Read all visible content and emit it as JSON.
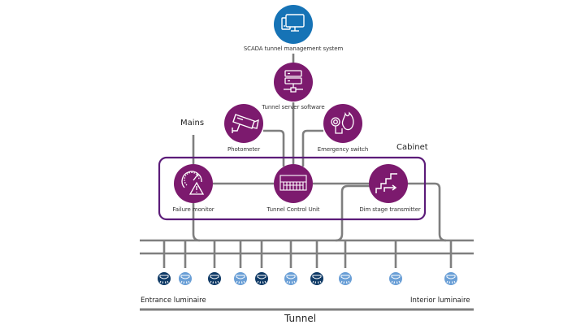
{
  "colors": {
    "scada_blue": "#1673b6",
    "node_purple": "#7c1a6e",
    "cabinet_border": "#5c1c79",
    "wire_gray": "#7f7f7f",
    "entrance_luminaire": "#0f3a66",
    "interior_luminaire": "#6a9fd6"
  },
  "nodes": {
    "scada": {
      "label": "SCADA tunnel management system",
      "icon": "monitor-icon"
    },
    "server": {
      "label": "Tunnel server software",
      "icon": "server-icon"
    },
    "photometer": {
      "label": "Photometer",
      "icon": "camera-icon"
    },
    "emergency": {
      "label": "Emergency switch",
      "icon": "fire-switch-icon"
    },
    "failure": {
      "label": "Failure monitor",
      "icon": "gauge-warning-icon"
    },
    "tcu": {
      "label": "Tunnel Control Unit",
      "icon": "control-panel-icon"
    },
    "dim": {
      "label": "Dim stage transmitter",
      "icon": "stairs-arrow-icon"
    }
  },
  "labels": {
    "mains": "Mains",
    "cabinet": "Cabinet",
    "entrance": "Entrance luminaire",
    "interior": "Interior luminaire",
    "tunnel": "Tunnel"
  },
  "luminaires": [
    {
      "type": "entrance"
    },
    {
      "type": "interior"
    },
    {
      "type": "entrance"
    },
    {
      "type": "interior"
    },
    {
      "type": "entrance"
    },
    {
      "type": "interior"
    },
    {
      "type": "entrance"
    },
    {
      "type": "interior"
    },
    {
      "type": "interior"
    },
    {
      "type": "interior"
    }
  ]
}
